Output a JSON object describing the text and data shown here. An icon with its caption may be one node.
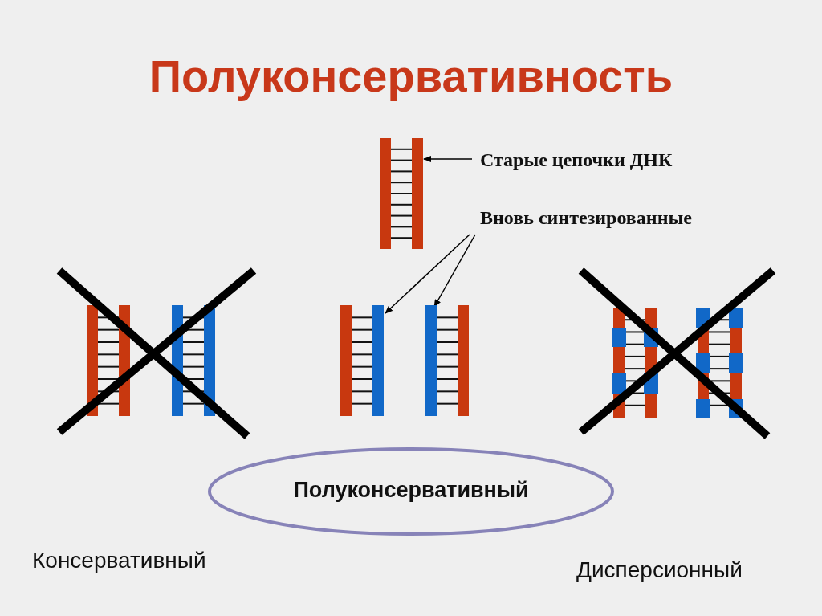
{
  "diagram": {
    "title": "Полуконсервативность",
    "nodes": [
      {
        "text": [
          "Старые цепочки ДНК"
        ]
      },
      {
        "text": [],
        "shape": "bar"
      },
      {
        "text": [
          "Вновь синтезированные"
        ]
      },
      {
        "text": [],
        "shape": "bar"
      },
      {
        "text": [],
        "shape": "bar"
      },
      {
        "text": [
          "Полуконсервативный"
        ]
      }
    ],
    "edges": [
      {
        "from": 0,
        "to": 1,
        "arrow": "to"
      },
      {
        "from": 2,
        "to": 3,
        "arrow": "to"
      },
      {
        "from": 2,
        "to": 4,
        "arrow": "to"
      }
    ],
    "labels": [
      "Консервативный",
      "Дисперсионный"
    ]
  }
}
